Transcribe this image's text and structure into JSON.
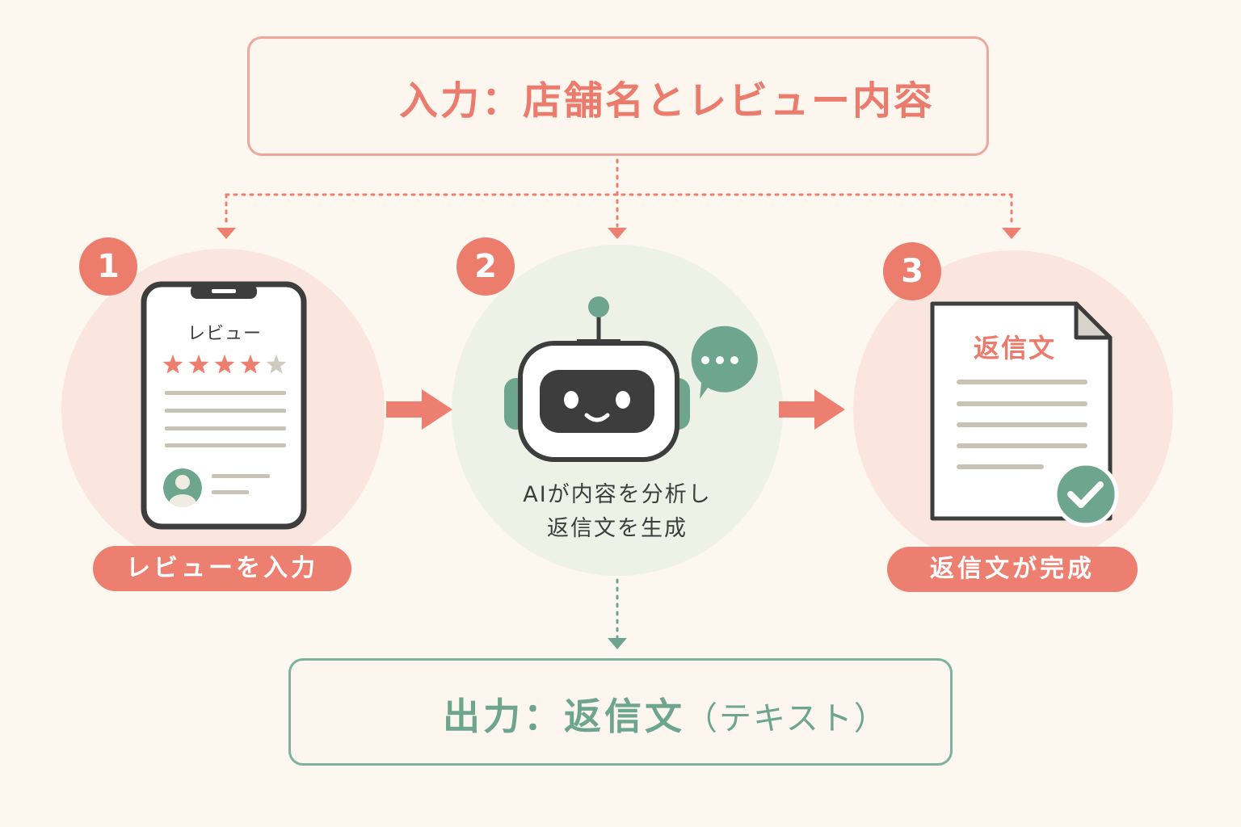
{
  "input": {
    "title": "入力：店舗名とレビュー内容",
    "icon": "store-icon"
  },
  "steps": [
    {
      "number": "1",
      "label": "レビューを入力",
      "icon": "smartphone-review-icon",
      "screen_title": "レビュー",
      "rating": 4,
      "rating_max": 5
    },
    {
      "number": "2",
      "text_line1": "AIが内容を分析し",
      "text_line2": "返信文を生成",
      "icon": "robot-icon"
    },
    {
      "number": "3",
      "label": "返信文が完成",
      "icon": "document-check-icon",
      "doc_title": "返信文"
    }
  ],
  "output": {
    "title_main": "出力：返信文",
    "title_paren": "（テキスト）",
    "icon": "chat-bubble-icon"
  },
  "colors": {
    "coral": "#ec7f70",
    "green": "#6ea58f",
    "dark": "#3d3d3d",
    "background": "#fcf7ef"
  }
}
